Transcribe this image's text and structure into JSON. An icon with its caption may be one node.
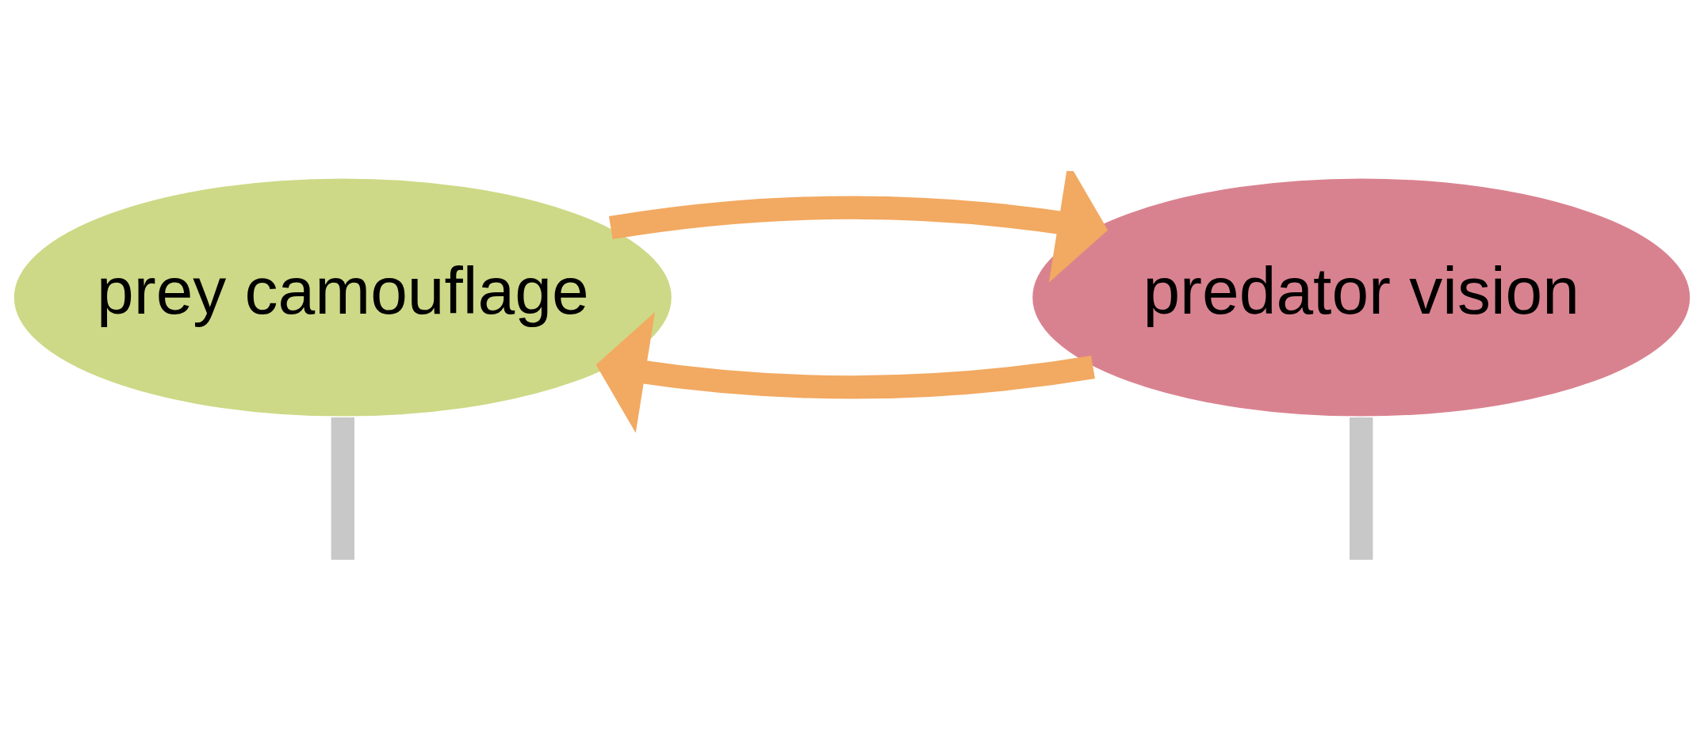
{
  "diagram": {
    "nodes": [
      {
        "text": [
          "prey camouflage"
        ]
      },
      {
        "text": [
          "predator vision"
        ]
      }
    ],
    "edges": [
      {
        "from": 1,
        "to": 0,
        "arrow": "to"
      },
      {
        "from": 0,
        "to": 1,
        "arrow": "to"
      },
      {
        "from": 0,
        "to": null,
        "arrow": "none",
        "color": "#c8c8c8"
      },
      {
        "from": 1,
        "to": null,
        "arrow": "none",
        "color": "#c8c8c8"
      }
    ]
  }
}
